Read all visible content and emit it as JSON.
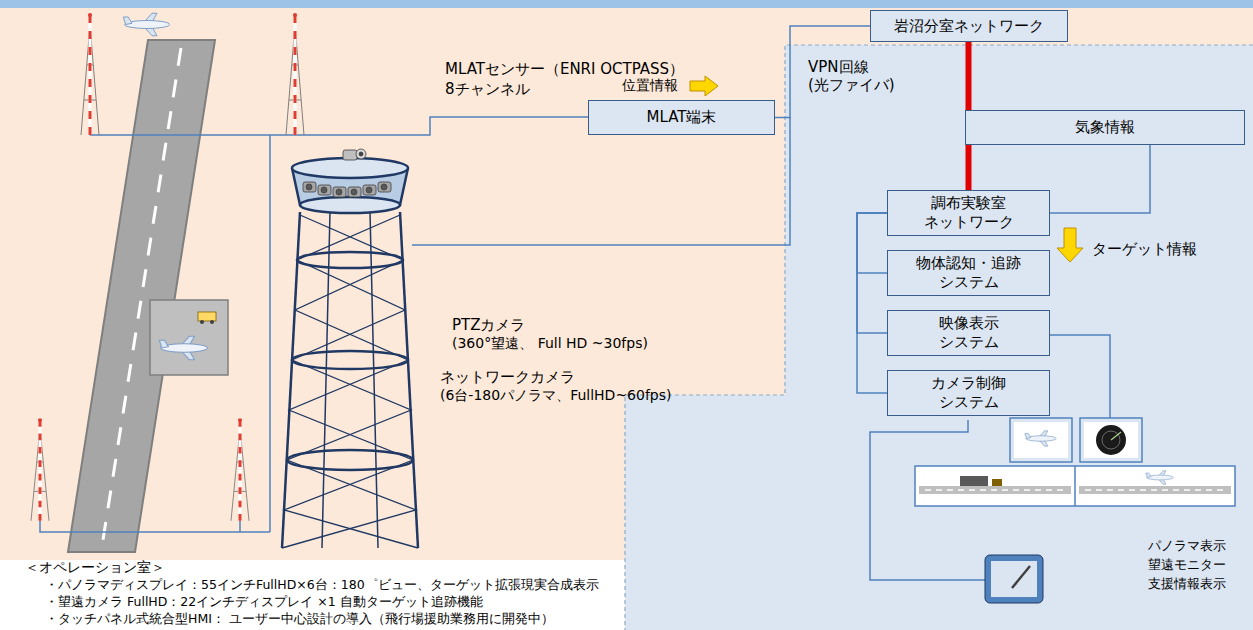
{
  "diagram": {
    "nodes": [
      {
        "text": [
          "岩沼分室ネットワーク"
        ]
      },
      {
        "text": [
          "MLAT端末"
        ]
      },
      {
        "text": [
          "気象情報"
        ]
      },
      {
        "text": [
          "調布実験室 ネットワーク"
        ]
      },
      {
        "text": [
          "物体認知・追跡 システム"
        ]
      },
      {
        "text": [
          "映像表示 システム"
        ]
      },
      {
        "text": [
          "カメラ制御 システム"
        ]
      }
    ],
    "edges": [
      {
        "from": 1,
        "to": 0,
        "arrow": "none"
      },
      {
        "from": 0,
        "to": 3,
        "arrow": "none"
      },
      {
        "from": 2,
        "to": 3,
        "arrow": "none"
      },
      {
        "from": 3,
        "to": 4,
        "arrow": "none"
      },
      {
        "from": 3,
        "to": 5,
        "arrow": "none"
      },
      {
        "from": 3,
        "to": 6,
        "arrow": "none"
      }
    ],
    "labels": [
      "MLATセンサー（ENRI OCTPASS）",
      "8チャンネル",
      "位置情報",
      "VPN回線 (光ファイバ)",
      "ターゲット情報",
      "PTZカメラ",
      "(360°望遠、 Full HD ~30fps)",
      "ネットワークカメラ",
      "(6台-180パノラマ、FullHD~60fps)",
      "パノラマ表示",
      "望遠モニター",
      "支援情報表示",
      "＜オペレーション室＞",
      "・パノラマディスプレイ：55インチFullHD×6台：180゜ビュー、ターゲット拡張現実合成表示",
      "・望遠カメラ FullHD：22インチディスプレイ ×1 自動ターゲット追跡機能",
      "・タッチパネル式統合型HMI： ユーザー中心設計の導入（飛行場援助業務用に開発中）"
    ]
  }
}
